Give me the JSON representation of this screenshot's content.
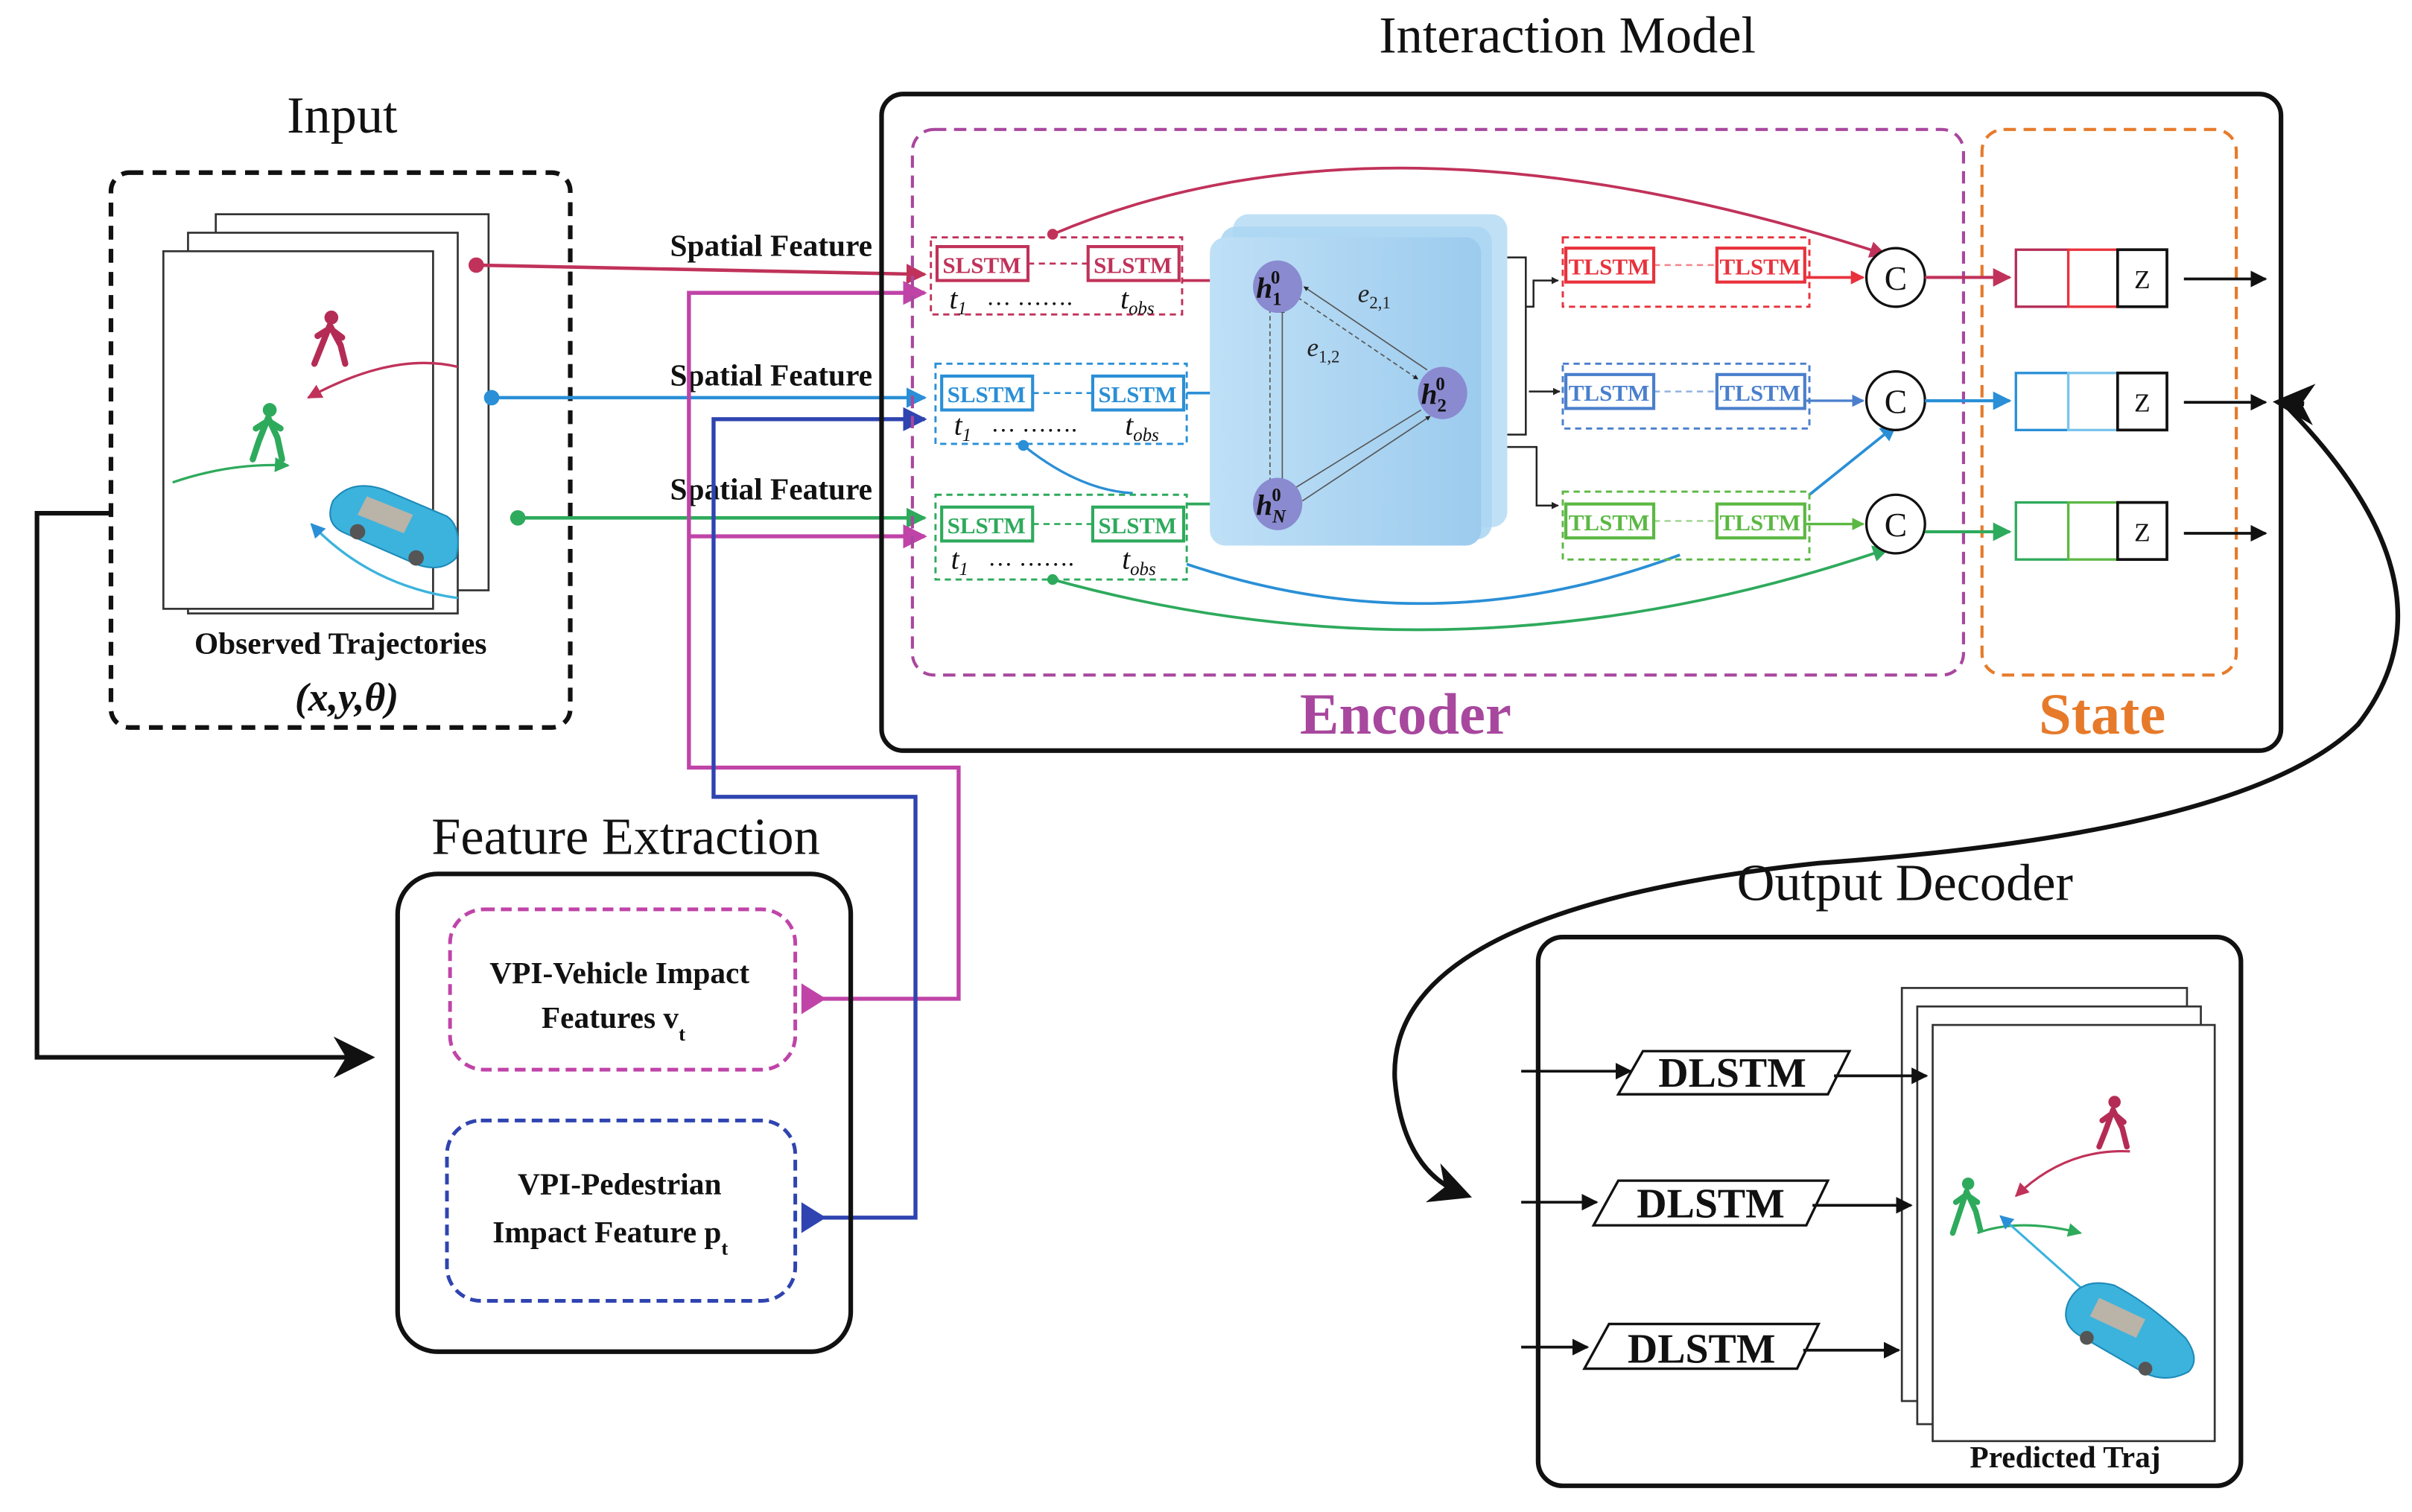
{
  "titles": {
    "input": "Input",
    "interaction_model": "Interaction Model",
    "feature_extraction": "Feature Extraction",
    "output_decoder": "Output Decoder",
    "encoder": "Encoder",
    "state": "State"
  },
  "input": {
    "caption": "Observed Trajectories",
    "vars": "(x,y,θ)"
  },
  "spatial_feature_label": "Spatial Feature",
  "encoder": {
    "rows": [
      {
        "agent": "pedestrian-red",
        "color": "#c0325a",
        "cell_label": "SLSTM",
        "t_start": "t",
        "t_start_sub": "1",
        "t_end": "t",
        "t_end_sub": "obs",
        "dots": "… ……."
      },
      {
        "agent": "vehicle-blue",
        "color": "#2a8fd6",
        "cell_label": "SLSTM",
        "t_start": "t",
        "t_start_sub": "1",
        "t_end": "t",
        "t_end_sub": "obs",
        "dots": "… ……."
      },
      {
        "agent": "pedestrian-green",
        "color": "#2eaa5c",
        "cell_label": "SLSTM",
        "t_start": "t",
        "t_start_sub": "1",
        "t_end": "t",
        "t_end_sub": "obs",
        "dots": "… ……."
      }
    ],
    "graph": {
      "nodes": [
        {
          "id": "h1",
          "base": "h",
          "sub": "1",
          "sup": "0"
        },
        {
          "id": "h2",
          "base": "h",
          "sub": "2",
          "sup": "0"
        },
        {
          "id": "hN",
          "base": "h",
          "sub": "N",
          "sup": "0"
        }
      ],
      "edges": [
        {
          "label": "e",
          "sub": "2,1"
        },
        {
          "label": "e",
          "sub": "1,2"
        }
      ]
    },
    "temporal_rows": [
      {
        "color": "#e8323c",
        "cell_label": "TLSTM"
      },
      {
        "color": "#4a7fcc",
        "cell_label": "TLSTM"
      },
      {
        "color": "#5bb843",
        "cell_label": "TLSTM"
      }
    ],
    "concat_label": "C"
  },
  "state": {
    "rows": [
      {
        "color": "#c0325a",
        "z_label": "Z"
      },
      {
        "color": "#2a8fd6",
        "z_label": "Z"
      },
      {
        "color": "#2eaa5c",
        "z_label": "Z"
      }
    ]
  },
  "feature_extraction": {
    "vehicle": {
      "line1": "VPI-Vehicle Impact",
      "line2": "Features v",
      "sub": "t",
      "color": "#c044a8"
    },
    "pedestrian": {
      "line1": "VPI-Pedestrian",
      "line2": "Impact Feature p",
      "sub": "t",
      "color": "#2f44b0"
    }
  },
  "decoder": {
    "cells": [
      "DLSTM",
      "DLSTM",
      "DLSTM"
    ],
    "caption": "Predicted Traj"
  },
  "colors": {
    "encoder": "#a8479e",
    "state": "#e67a2a",
    "pedestrian_red": "#b42c55",
    "pedestrian_green": "#2eaa5c",
    "vehicle_blue": "#3bb3dd",
    "graph_bg": "#a9d4f2",
    "node": "#8a8ad0"
  }
}
